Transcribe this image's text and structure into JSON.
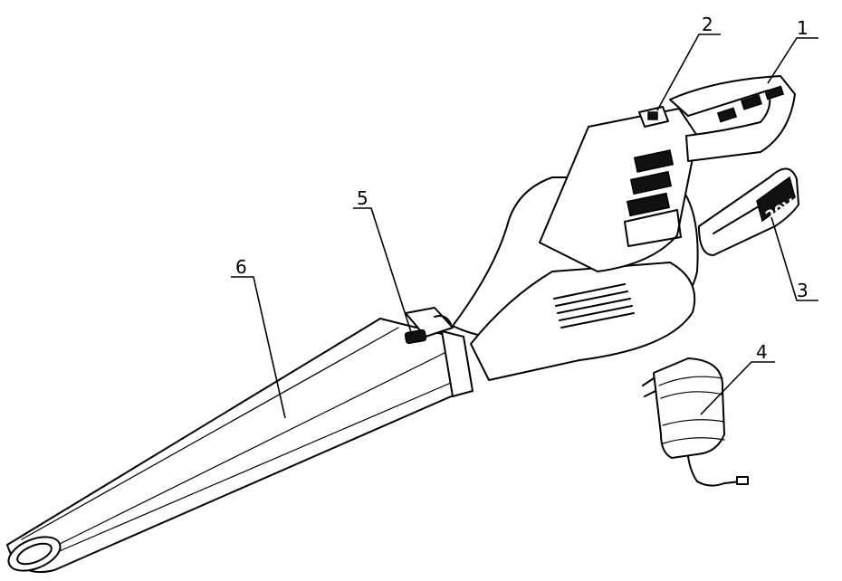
{
  "diagram": {
    "callouts": [
      {
        "id": "1",
        "label": "1"
      },
      {
        "id": "2",
        "label": "2"
      },
      {
        "id": "3",
        "label": "3"
      },
      {
        "id": "4",
        "label": "4"
      },
      {
        "id": "5",
        "label": "5"
      },
      {
        "id": "6",
        "label": "6"
      }
    ],
    "battery_marking": "20V"
  }
}
